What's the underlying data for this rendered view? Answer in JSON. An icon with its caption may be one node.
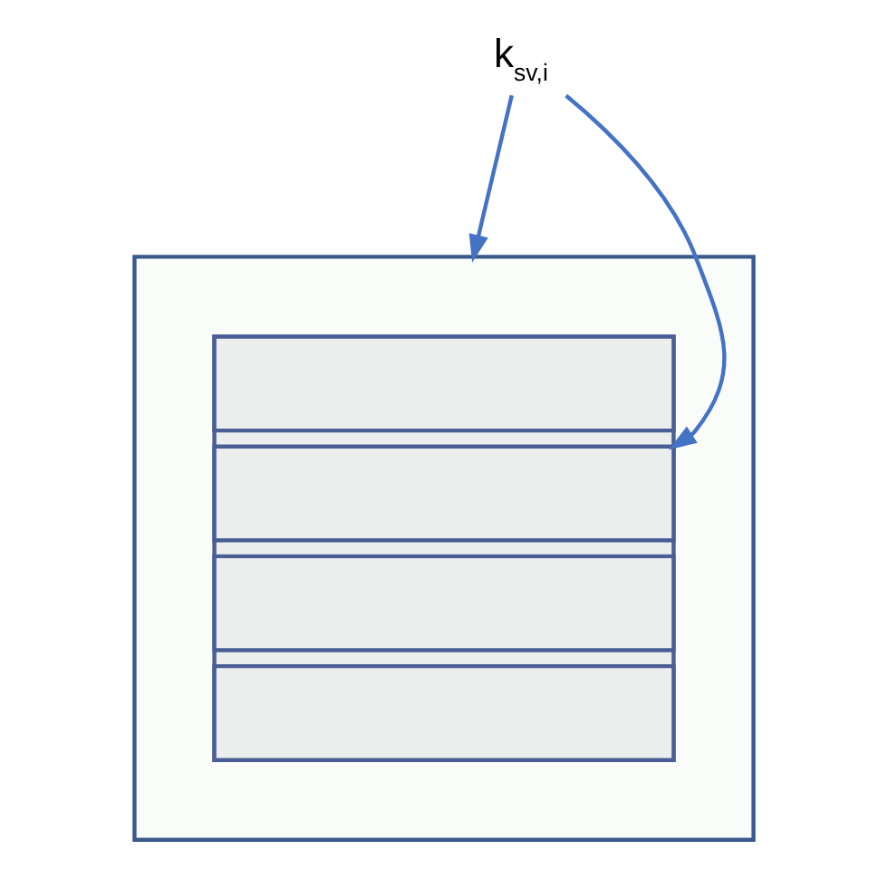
{
  "diagram": {
    "nodes": [
      {
        "text": [
          "k$_{sv,i}$"
        ]
      },
      {
        "text": [],
        "shape": "box"
      },
      {
        "text": [],
        "shape": "box",
        "in": 1
      },
      {
        "text": [],
        "shape": "box",
        "in": 2
      },
      {
        "text": [],
        "shape": "box",
        "in": 2
      },
      {
        "text": [],
        "shape": "box",
        "in": 2
      },
      {
        "text": [],
        "shape": "box",
        "in": 2
      }
    ],
    "edges": [
      {
        "from": 0,
        "to": 1,
        "arrow": "to"
      },
      {
        "from": 0,
        "to": 4,
        "arrow": "to"
      }
    ]
  }
}
